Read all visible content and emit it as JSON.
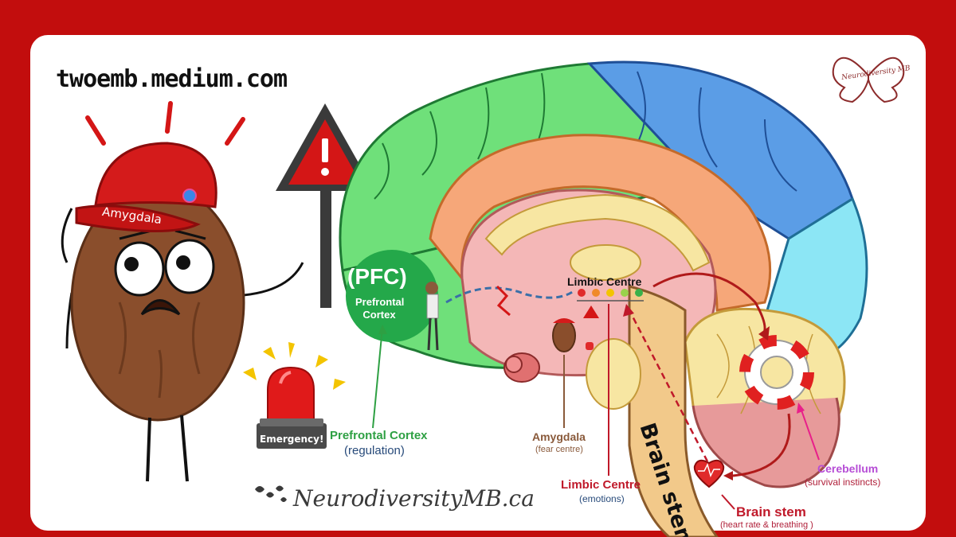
{
  "header": {
    "site": "twoemb.medium.com"
  },
  "mascot": {
    "hat_label": "Amygdala"
  },
  "alarm": {
    "label": "Emergency!"
  },
  "pfc": {
    "abbr": "(PFC)",
    "name": "Prefrontal Cortex"
  },
  "brain_tags": {
    "limbic": "Limbic Centre",
    "stem": "Brain stem"
  },
  "callouts": {
    "pfc": {
      "title": "Prefrontal Cortex",
      "sub": "(regulation)"
    },
    "amygdala": {
      "title": "Amygdala",
      "sub": "(fear centre)"
    },
    "limbic": {
      "title": "Limbic Centre",
      "sub": "(emotions)"
    },
    "cerebellum": {
      "title": "Cerebellum",
      "sub": "(survival instincts)"
    },
    "stem": {
      "title": "Brain stem",
      "sub": "(heart rate & breathing )"
    }
  },
  "brand": {
    "text": "NeurodiversityMB.ca",
    "corner_logo": "Neurodiversity MB"
  },
  "colors": {
    "frame": "#c20d0d",
    "frontal": "#6fe07a",
    "parietal": "#5b9de6",
    "occipital": "#8ce6f5",
    "limbic_band": "#f6a779",
    "cerebellum": "#f7e6a2",
    "stem": "#f2c98a",
    "pfc_circle": "#24a84a"
  },
  "icons": [
    "warning-sign-icon",
    "siren-icon",
    "life-ring-icon",
    "heart-icon",
    "emoji-scale-icon"
  ]
}
